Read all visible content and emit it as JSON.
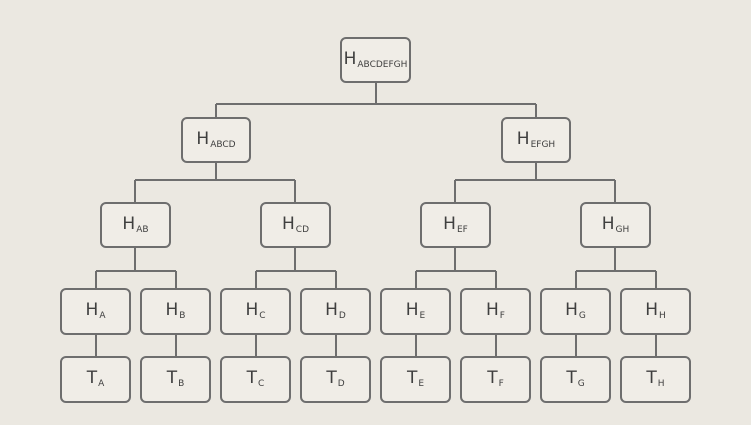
{
  "colors": {
    "background": "#ebe8e1",
    "node_border": "#6e6e6e",
    "edge": "#6e6e6e",
    "text": "#3f3f3f"
  },
  "nodes": {
    "root": {
      "main": "H",
      "sub": "ABCDEFGH"
    },
    "abcd": {
      "main": "H",
      "sub": "ABCD"
    },
    "efgh": {
      "main": "H",
      "sub": "EFGH"
    },
    "ab": {
      "main": "H",
      "sub": "AB"
    },
    "cd": {
      "main": "H",
      "sub": "CD"
    },
    "ef": {
      "main": "H",
      "sub": "EF"
    },
    "gh": {
      "main": "H",
      "sub": "GH"
    },
    "ha": {
      "main": "H",
      "sub": "A"
    },
    "hb": {
      "main": "H",
      "sub": "B"
    },
    "hc": {
      "main": "H",
      "sub": "C"
    },
    "hd": {
      "main": "H",
      "sub": "D"
    },
    "he": {
      "main": "H",
      "sub": "E"
    },
    "hf": {
      "main": "H",
      "sub": "F"
    },
    "hg": {
      "main": "H",
      "sub": "G"
    },
    "hh": {
      "main": "H",
      "sub": "H"
    },
    "ta": {
      "main": "T",
      "sub": "A"
    },
    "tb": {
      "main": "T",
      "sub": "B"
    },
    "tc": {
      "main": "T",
      "sub": "C"
    },
    "td": {
      "main": "T",
      "sub": "D"
    },
    "te": {
      "main": "T",
      "sub": "E"
    },
    "tf": {
      "main": "T",
      "sub": "F"
    },
    "tg": {
      "main": "T",
      "sub": "G"
    },
    "th": {
      "main": "T",
      "sub": "H"
    }
  }
}
